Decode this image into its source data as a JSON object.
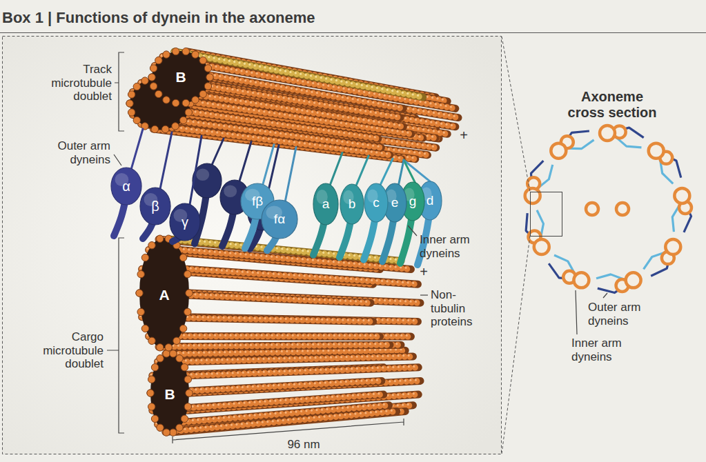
{
  "diagram": {
    "title": "Box 1 | Functions of dynein in the axoneme",
    "labels": [
      "Track microtubule doublet",
      "B",
      "+",
      "Outer arm dyneins",
      "α",
      "β",
      "γ",
      "fβ",
      "fα",
      "a",
      "b",
      "c",
      "e",
      "g",
      "d",
      "Inner arm dyneins",
      "A",
      "+",
      "Non-tubulin proteins",
      "Cargo microtubule doublet",
      "B",
      "96 nm",
      "Axoneme cross section",
      "Outer arm dyneins",
      "Inner arm dyneins"
    ]
  }
}
